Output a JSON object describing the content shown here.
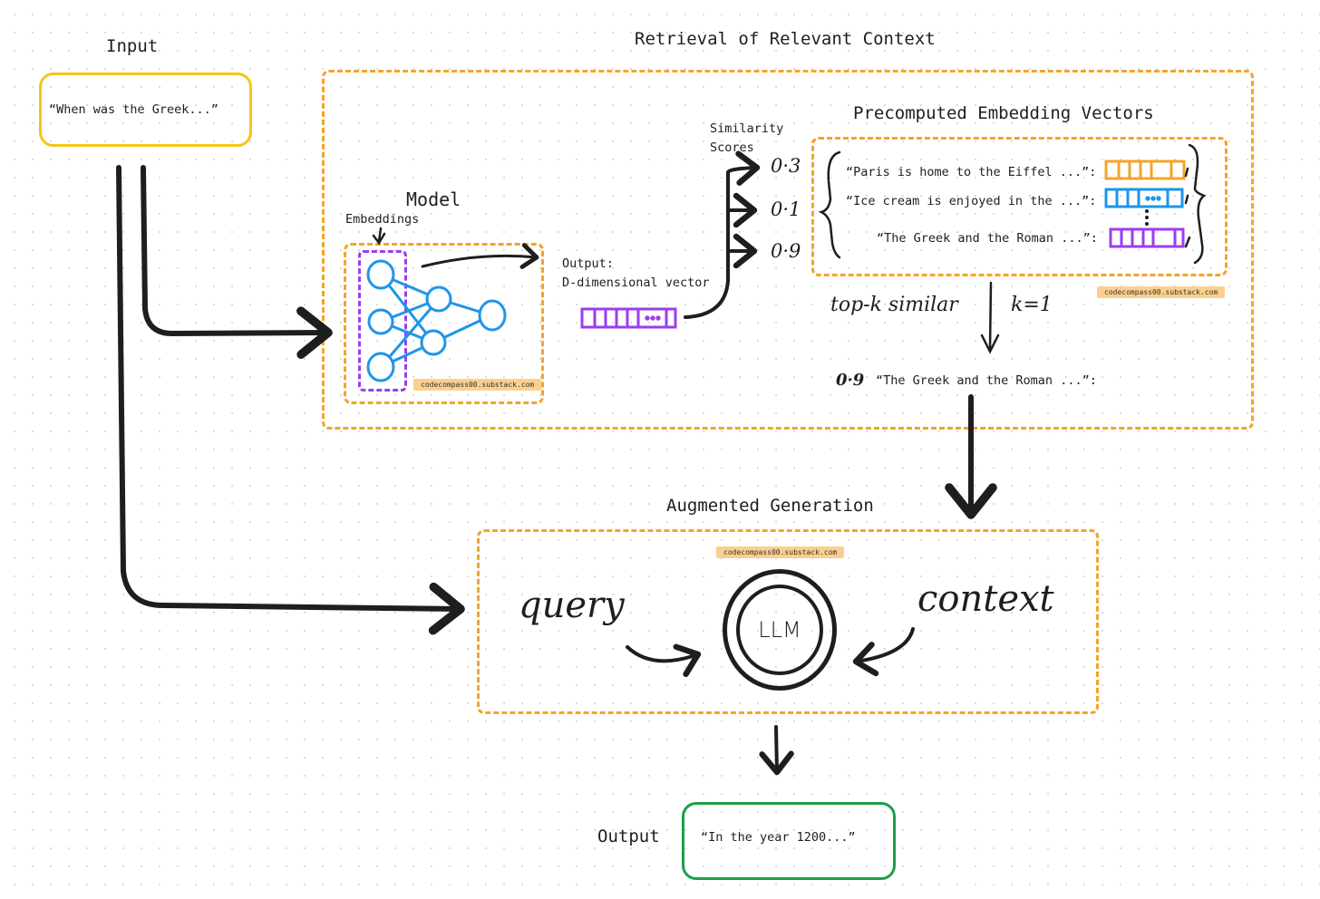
{
  "input": {
    "label": "Input",
    "text": "“When was the Greek...”"
  },
  "retrieval": {
    "title": "Retrieval of Relevant Context",
    "model": {
      "title": "Model",
      "embeddings_label": "Embeddings",
      "output_label_line1": "Output:",
      "output_label_line2": "D-dimensional vector",
      "watermark": "codecompass00.substack.com"
    },
    "similarity": {
      "label_line1": "Similarity",
      "label_line2": "Scores",
      "scores": [
        "0·3",
        "0·1",
        "0·9"
      ]
    },
    "precomputed": {
      "title": "Precomputed Embedding Vectors",
      "entries": [
        {
          "text": "“Paris is home to the Eiffel ...”:",
          "vector_color": "#f4a42a"
        },
        {
          "text": "“Ice cream is enjoyed in the ...”:",
          "vector_color": "#1e95e8"
        },
        {
          "text": "“The Greek and the Roman ...”:",
          "vector_color": "#9b3df0"
        }
      ],
      "watermark": "codecompass00.substack.com"
    },
    "topk": {
      "label": "top-k similar",
      "k_label": "k=1",
      "result_score": "0·9",
      "result_text": "“The Greek and the Roman ...”:"
    }
  },
  "augmented": {
    "title": "Augmented Generation",
    "watermark": "codecompass00.substack.com",
    "query_label": "query",
    "context_label": "context",
    "llm_label": "LLM"
  },
  "output": {
    "label": "Output",
    "text": "“In the year 1200...”"
  },
  "colors": {
    "input_border": "#f5c518",
    "output_border": "#1e9e48",
    "dashed_border": "#f4a42a",
    "network": "#1e95e8",
    "embedding_box": "#9b3df0"
  }
}
